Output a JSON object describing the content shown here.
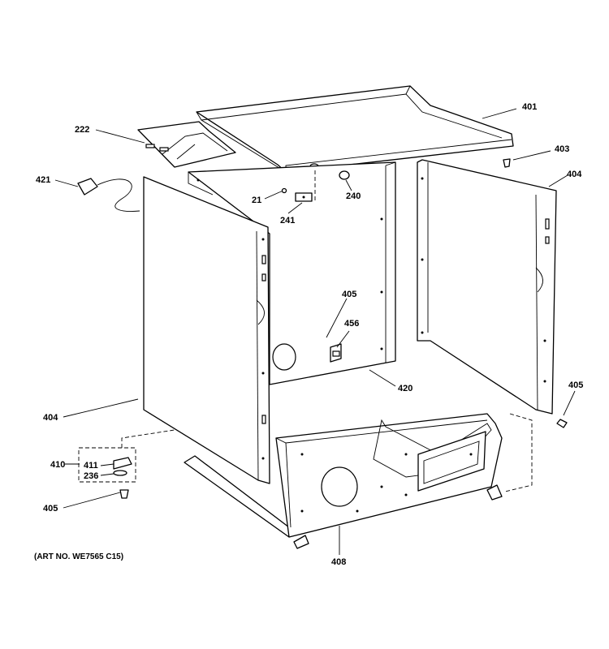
{
  "diagram": {
    "callouts": {
      "c401": "401",
      "c222": "222",
      "c403": "403",
      "c404_right": "404",
      "c421": "421",
      "c21": "21",
      "c240": "240",
      "c241": "241",
      "c405_mid": "405",
      "c456": "456",
      "c420": "420",
      "c405_right": "405",
      "c404_left": "404",
      "c410": "410",
      "c411": "411",
      "c236": "236",
      "c405_left": "405",
      "c408": "408"
    },
    "art_number": "(ART NO. WE7565 C15)"
  }
}
